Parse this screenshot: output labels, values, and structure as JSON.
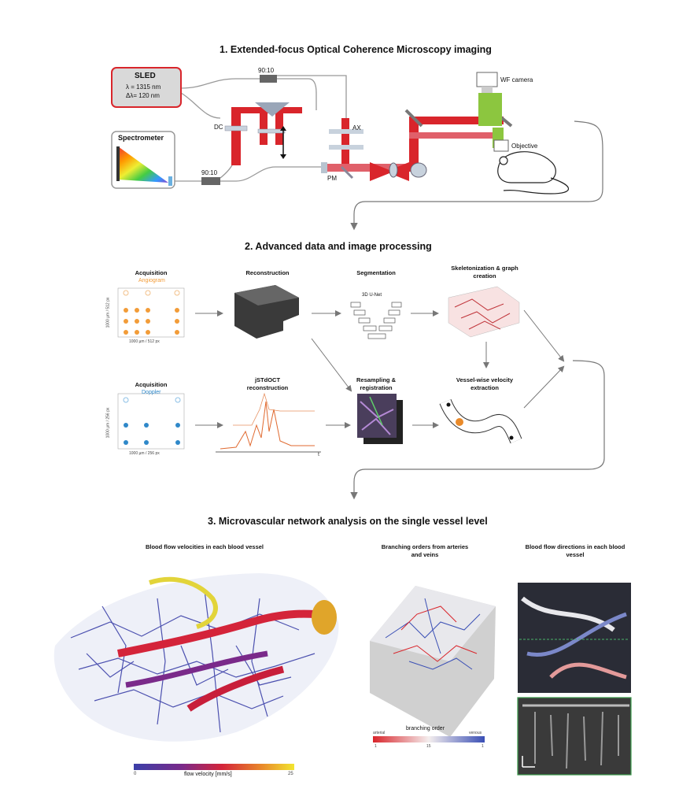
{
  "sections": {
    "s1": {
      "title": "1. Extended-focus Optical Coherence Microscopy imaging"
    },
    "s2": {
      "title": "2. Advanced data and image processing"
    },
    "s3": {
      "title": "3. Microvascular network analysis on the single vessel level"
    }
  },
  "setup": {
    "sled_title": "SLED",
    "sled_lambda": "λ = 1315 nm",
    "sled_dlambda": "Δλ= 120 nm",
    "spectrometer": "Spectrometer",
    "coupler_top": "90:10",
    "coupler_bottom": "90:10",
    "dc": "DC",
    "ax": "AX",
    "pm": "PM",
    "wf_camera": "WF camera",
    "objective": "Objective"
  },
  "processing": {
    "acq1_title": "Acquisition",
    "acq1_sub": "Angiogram",
    "acq2_title": "Acquisition",
    "acq2_sub": "Doppler",
    "recon": "Reconstruction",
    "seg": "Segmentation",
    "seg_net": "3D U-Net",
    "skel": "Skeletonization & graph creation",
    "jst": "jSTdOCT reconstruction",
    "resamp": "Resampling & registration",
    "vvel": "Vessel-wise velocity extraction",
    "axis_y1": "1000 µm / 512 px",
    "axis_x1": "1000 µm / 512 px",
    "axis_y2": "1000 µm / 256 px",
    "axis_x2": "1000 µm / 256 px",
    "t_doppler": "t"
  },
  "analysis": {
    "panel1_title": "Blood flow velocities in each blood vessel",
    "panel2_title": "Branching orders from arteries and veins",
    "panel3_title": "Blood flow directions in each blood vessel",
    "velocity_cbar_label": "flow velocity [mm/s]",
    "velocity_cbar_min": "0",
    "velocity_cbar_max": "25",
    "branch_cbar_label": "branching order",
    "branch_left": "arterial",
    "branch_right": "venous",
    "branch_ticks": [
      "1",
      "15",
      "1"
    ]
  },
  "colors": {
    "laser": "#d9252b",
    "green_beam": "#8cc63f",
    "arrow": "#777777",
    "sled_border": "#d9252b",
    "angiogram": "#f29c38",
    "doppler": "#2f88c9"
  }
}
